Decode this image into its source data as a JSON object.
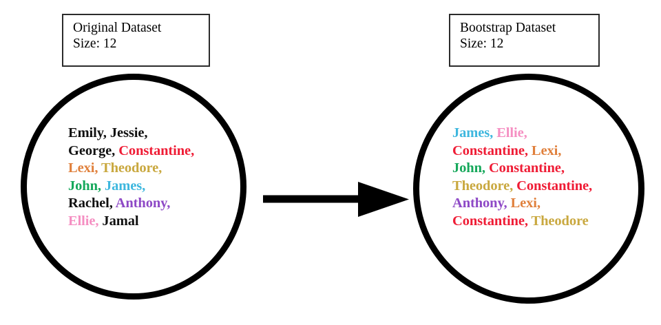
{
  "diagram": {
    "title_semantics": "bootstrap-resampling-illustration",
    "colors": {
      "black": "#111111",
      "red": "#EF1C35",
      "orange": "#E0803C",
      "gold": "#C9A83F",
      "green": "#16A85B",
      "cyan": "#3EB7DE",
      "purple": "#8E49C6",
      "pink": "#F58FC2",
      "outline": "#000000",
      "box_border": "#2b2b2b"
    },
    "original": {
      "box": {
        "line1": "Original Dataset",
        "line2": "Size: 12"
      },
      "lines": [
        [
          {
            "text": "Emily",
            "color": "black"
          },
          {
            "text": ", ",
            "color": "black"
          },
          {
            "text": "Jessie",
            "color": "black"
          },
          {
            "text": ",",
            "color": "black"
          }
        ],
        [
          {
            "text": "George",
            "color": "black"
          },
          {
            "text": ", ",
            "color": "black"
          },
          {
            "text": "Constantine",
            "color": "red"
          },
          {
            "text": ",",
            "color": "red"
          }
        ],
        [
          {
            "text": "Lexi",
            "color": "orange"
          },
          {
            "text": ", ",
            "color": "orange"
          },
          {
            "text": "Theodore",
            "color": "gold"
          },
          {
            "text": ",",
            "color": "gold"
          }
        ],
        [
          {
            "text": "John",
            "color": "green"
          },
          {
            "text": ", ",
            "color": "green"
          },
          {
            "text": "James",
            "color": "cyan"
          },
          {
            "text": ",",
            "color": "cyan"
          }
        ],
        [
          {
            "text": "Rachel",
            "color": "black"
          },
          {
            "text": ", ",
            "color": "black"
          },
          {
            "text": "Anthony",
            "color": "purple"
          },
          {
            "text": ",",
            "color": "purple"
          }
        ],
        [
          {
            "text": "Ellie",
            "color": "pink"
          },
          {
            "text": ", ",
            "color": "pink"
          },
          {
            "text": "Jamal",
            "color": "black"
          }
        ]
      ]
    },
    "bootstrap": {
      "box": {
        "line1": "Bootstrap Dataset",
        "line2": "Size: 12"
      },
      "lines": [
        [
          {
            "text": "James",
            "color": "cyan"
          },
          {
            "text": ", ",
            "color": "cyan"
          },
          {
            "text": "Ellie",
            "color": "pink"
          },
          {
            "text": ",",
            "color": "pink"
          }
        ],
        [
          {
            "text": "Constantine",
            "color": "red"
          },
          {
            "text": ", ",
            "color": "red"
          },
          {
            "text": "Lexi",
            "color": "orange"
          },
          {
            "text": ",",
            "color": "orange"
          }
        ],
        [
          {
            "text": "John",
            "color": "green"
          },
          {
            "text": ", ",
            "color": "green"
          },
          {
            "text": "Constantine",
            "color": "red"
          },
          {
            "text": ",",
            "color": "red"
          }
        ],
        [
          {
            "text": "Theodore",
            "color": "gold"
          },
          {
            "text": ", ",
            "color": "gold"
          },
          {
            "text": "Constantine",
            "color": "red"
          },
          {
            "text": ",",
            "color": "red"
          }
        ],
        [
          {
            "text": "Anthony",
            "color": "purple"
          },
          {
            "text": ", ",
            "color": "purple"
          },
          {
            "text": "Lexi",
            "color": "orange"
          },
          {
            "text": ",",
            "color": "orange"
          }
        ],
        [
          {
            "text": "Constantine",
            "color": "red"
          },
          {
            "text": ", ",
            "color": "red"
          },
          {
            "text": "Theodore",
            "color": "gold"
          }
        ]
      ]
    },
    "arrow": {
      "icon": "right-arrow-icon",
      "direction": "right",
      "color": "#000000"
    }
  }
}
